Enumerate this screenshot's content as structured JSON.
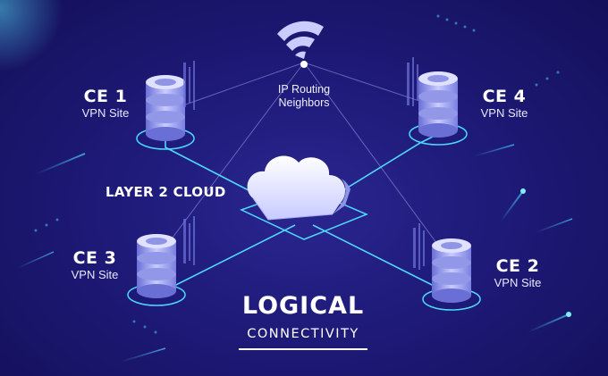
{
  "diagram": {
    "router": {
      "icon": "wifi-icon",
      "label_line1": "IP Routing",
      "label_line2": "Neighbors"
    },
    "center": {
      "label": "LAYER 2 CLOUD",
      "icon": "cloud-icon"
    },
    "sites": [
      {
        "id": "ce1",
        "name": "CE 1",
        "sub": "VPN Site"
      },
      {
        "id": "ce4",
        "name": "CE 4",
        "sub": "VPN Site"
      },
      {
        "id": "ce3",
        "name": "CE 3",
        "sub": "VPN Site"
      },
      {
        "id": "ce2",
        "name": "CE 2",
        "sub": "VPN Site"
      }
    ],
    "footer": {
      "title": "LOGICAL",
      "subtitle": "CONNECTIVITY"
    },
    "colors": {
      "background": "#1e1a78",
      "link": "#4fd8ff",
      "server": "#b9bdf5",
      "accent": "#35e0ff"
    }
  }
}
